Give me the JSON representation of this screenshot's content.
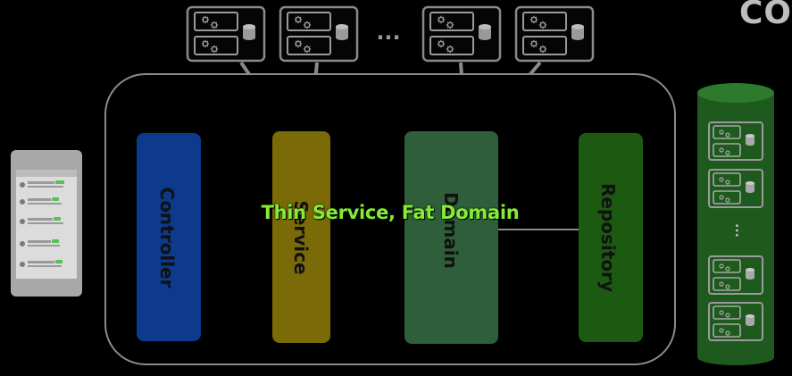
{
  "corner_text": "CO",
  "headline": "Thin Service, Fat Domain",
  "ellipsis": "...",
  "layers": [
    {
      "id": "controller",
      "label": "Controller",
      "color": "#0d3a8c"
    },
    {
      "id": "service",
      "label": "Service",
      "color": "#7a6a08"
    },
    {
      "id": "domain",
      "label": "Domain",
      "color": "#2e5e3a"
    },
    {
      "id": "repository",
      "label": "Repository",
      "color": "#1c5a12"
    }
  ],
  "icons": {
    "server": "server-rack-icon",
    "database": "database-icon",
    "gear": "gear-icon",
    "phone": "mobile-phone-icon"
  },
  "colors": {
    "outline": "#8a8a8a",
    "db_cylinder": "#1e5a1e",
    "highlight_text": "#84ec36"
  }
}
